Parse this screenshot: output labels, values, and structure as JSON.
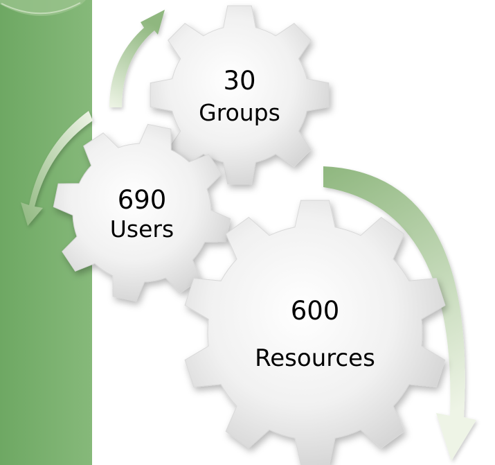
{
  "colors": {
    "panel": "#7db071",
    "gear_fill": "#f3f3f3",
    "gear_shade": "#d6d6d6",
    "arrow_light": "#eef4e6",
    "arrow_dark": "#8fb77f",
    "text": "#000000"
  },
  "gears": {
    "groups": {
      "value": "30",
      "label": "Groups"
    },
    "users": {
      "value": "690",
      "label": "Users"
    },
    "resources": {
      "value": "600",
      "label": "Resources"
    }
  },
  "icons": {
    "arrows": [
      "curved-arrow-icon",
      "curved-arrow-icon",
      "curved-arrow-icon"
    ],
    "gears": [
      "gear-icon",
      "gear-icon",
      "gear-icon"
    ]
  }
}
